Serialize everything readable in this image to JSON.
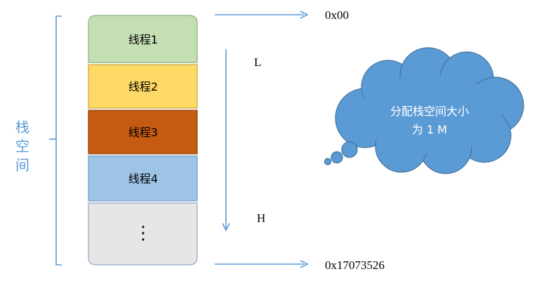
{
  "stack_label": [
    "栈",
    "空",
    "间"
  ],
  "blocks": [
    {
      "label": "线程1",
      "fill": "#c5dfb4",
      "stroke": "#8fb07c"
    },
    {
      "label": "线程2",
      "fill": "#ffd966",
      "stroke": "#c9a43f"
    },
    {
      "label": "线程3",
      "fill": "#c55a11",
      "stroke": "#8f3f0b"
    },
    {
      "label": "线程4",
      "fill": "#9dc3e6",
      "stroke": "#6f9bc4"
    },
    {
      "label": "⋮",
      "fill": "#e7e6e6",
      "stroke": "#8ea9c8"
    }
  ],
  "address_top": "0x00",
  "address_bottom": "0x17073526",
  "direction_start": "L",
  "direction_end": "H",
  "cloud_text": [
    "分配栈空间大小",
    "为 1 M"
  ],
  "colors": {
    "accent": "#5b9bd5",
    "cloud_fill": "#5b9bd5",
    "cloud_stroke": "#41719c",
    "cloud_text": "#ffffff",
    "text": "#000000"
  }
}
